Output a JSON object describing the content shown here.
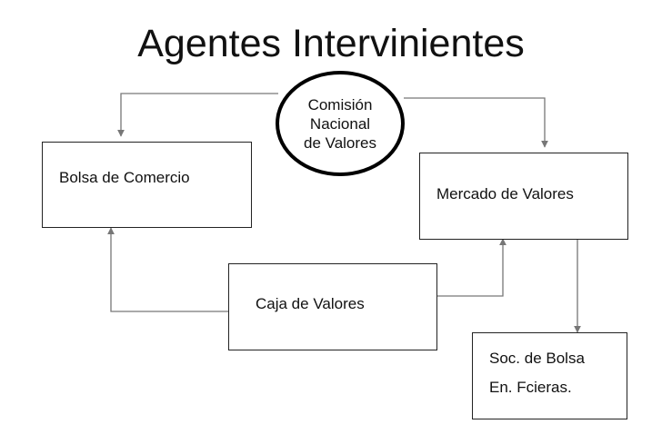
{
  "title": "Agentes Intervinientes",
  "nodes": {
    "cnv": {
      "lines": [
        "Comisión",
        "Nacional",
        "de Valores"
      ]
    },
    "bolsa": {
      "label": "Bolsa de Comercio"
    },
    "mercado": {
      "label": "Mercado de Valores"
    },
    "caja": {
      "label": "Caja de Valores"
    },
    "soc": {
      "lines": [
        "Soc. de Bolsa",
        "En. Fcieras."
      ]
    }
  },
  "colors": {
    "arrow": "#777777",
    "border": "#222222",
    "circle_border": "#000000"
  }
}
